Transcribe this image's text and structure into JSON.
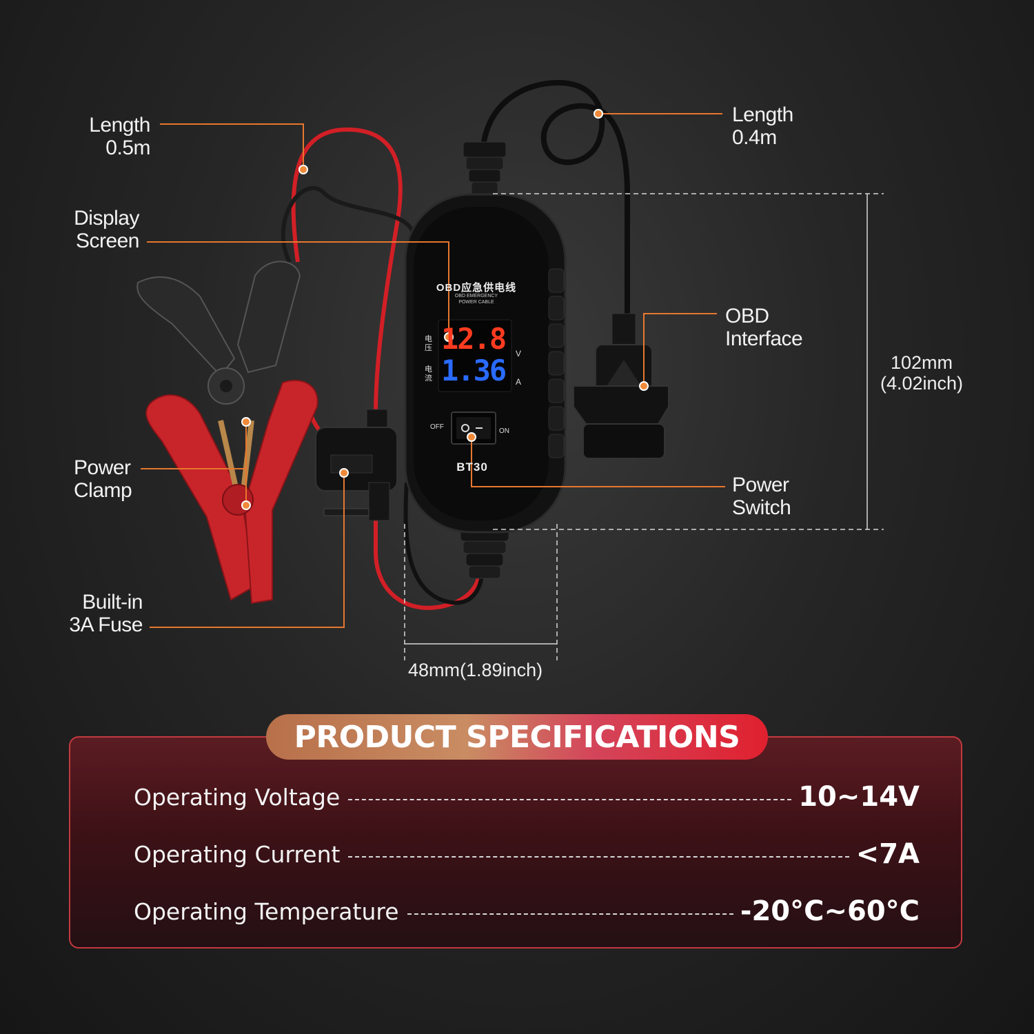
{
  "callouts": {
    "length_left": [
      "Length",
      "0.5m"
    ],
    "display_screen": [
      "Display",
      "Screen"
    ],
    "power_clamp": [
      "Power",
      "Clamp"
    ],
    "fuse": [
      "Built-in",
      "3A Fuse"
    ],
    "length_right": [
      "Length",
      "0.4m"
    ],
    "obd_interface": [
      "OBD",
      "Interface"
    ],
    "power_switch": [
      "Power",
      "Switch"
    ]
  },
  "dimensions": {
    "height": [
      "102mm",
      "(4.02inch)"
    ],
    "width": "48mm(1.89inch)"
  },
  "device": {
    "title_cn": "OBD应急供电线",
    "subtitle_line1": "OBD EMERGENCY",
    "subtitle_line2": "POWER CABLE",
    "voltage_reading": "12.8",
    "current_reading": "1.36",
    "voltage_unit": "V",
    "current_unit": "A",
    "voltage_cn": [
      "电",
      "压"
    ],
    "current_cn": [
      "电",
      "流"
    ],
    "switch_off": "OFF",
    "switch_on": "ON",
    "model": "BT30"
  },
  "specs": {
    "title": "PRODUCT SPECIFICATIONS",
    "rows": [
      {
        "name": "Operating Voltage",
        "value": "10~14V"
      },
      {
        "name": "Operating Current",
        "value": "<7A"
      },
      {
        "name": "Operating Temperature",
        "value": "-20°C~60°C"
      }
    ]
  },
  "colors": {
    "accent_orange": "#e8772e",
    "voltage_red": "#ff3b1f",
    "current_blue": "#2a6bff",
    "clamp_red": "#c8252b",
    "panel_border": "#c23a40"
  }
}
